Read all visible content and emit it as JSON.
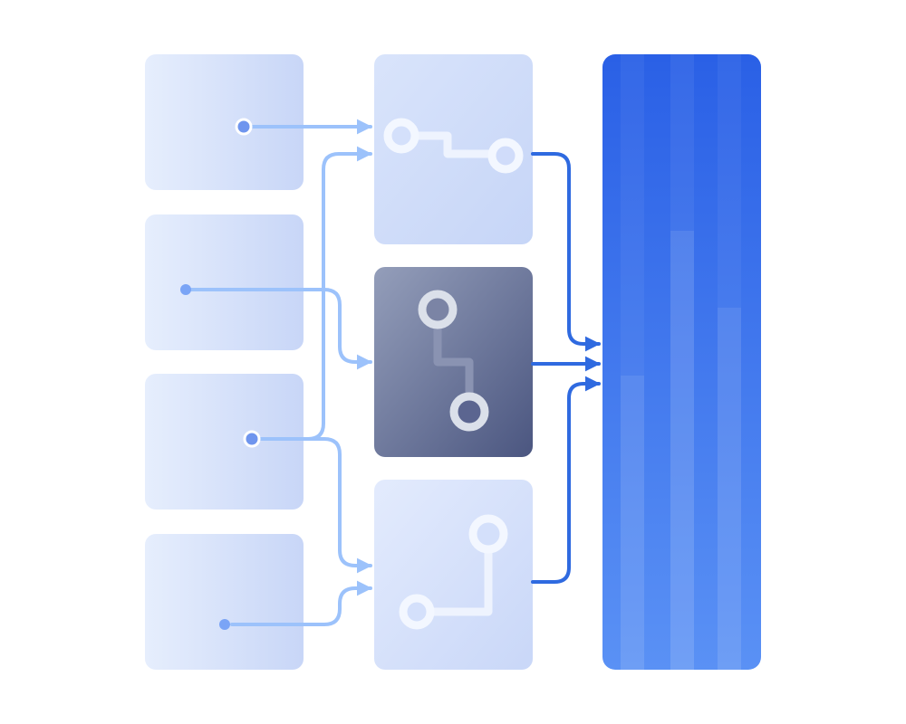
{
  "diagram": {
    "description_free": true,
    "sources": [
      {
        "id": "source-1",
        "marker": "ring"
      },
      {
        "id": "source-2",
        "marker": "dot"
      },
      {
        "id": "source-3",
        "marker": "ring"
      },
      {
        "id": "source-4",
        "marker": "dot"
      }
    ],
    "processors": [
      {
        "id": "processor-top",
        "style": "light",
        "icon": "branch-horizontal-icon"
      },
      {
        "id": "processor-middle",
        "style": "dark",
        "icon": "branch-vertical-icon"
      },
      {
        "id": "processor-bottom",
        "style": "light",
        "icon": "branch-corner-icon"
      }
    ],
    "target": {
      "id": "output-store",
      "style": "blue"
    },
    "links": [
      {
        "from": "source-1",
        "to": "processor-top"
      },
      {
        "from": "source-3",
        "to": "processor-top"
      },
      {
        "from": "source-2",
        "to": "processor-middle"
      },
      {
        "from": "source-3",
        "to": "processor-bottom"
      },
      {
        "from": "source-4",
        "to": "processor-bottom"
      },
      {
        "from": "processor-top",
        "to": "output-store"
      },
      {
        "from": "processor-middle",
        "to": "output-store"
      },
      {
        "from": "processor-bottom",
        "to": "output-store"
      }
    ],
    "colors": {
      "card_light_start": "#e3ebfc",
      "card_light_end": "#c9d7f8",
      "card_dark_start": "#939db8",
      "card_dark_end": "#4d5780",
      "link_light": "#9cc2fb",
      "link_dark": "#2f6ae0",
      "target_top": "#2c63e6",
      "target_bottom": "#5b92f5",
      "marker_fill": "#6f95ee"
    }
  }
}
